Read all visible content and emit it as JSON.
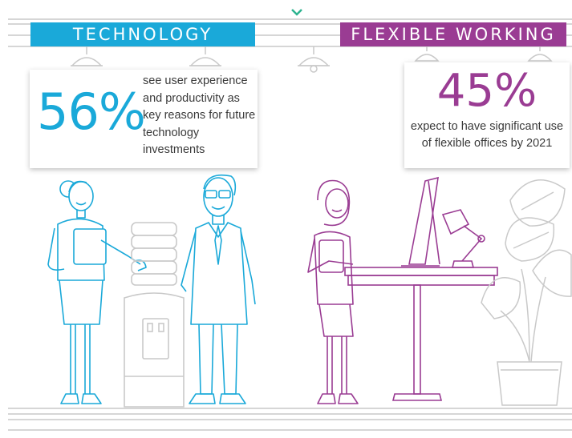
{
  "technology": {
    "banner": "TECHNOLOGY",
    "stat": "56%",
    "description": "see user experience and productivity as key reasons for future technology investments",
    "color": "#1aa9d9"
  },
  "flexible_working": {
    "banner": "FLEXIBLE WORKING",
    "stat": "45%",
    "description": "expect to have significant use of flexible offices by 2021",
    "color": "#9a3c93"
  },
  "colors": {
    "line_gray": "#c9c9c9",
    "accent_green": "#2db38f"
  },
  "icons": [
    "chevron-down-icon",
    "ceiling-lamp-icon",
    "woman-with-folder-illustration",
    "water-cooler-illustration",
    "man-in-suit-illustration",
    "woman-at-standing-desk-illustration",
    "computer-monitor-illustration",
    "desk-lamp-icon",
    "potted-plant-illustration"
  ]
}
